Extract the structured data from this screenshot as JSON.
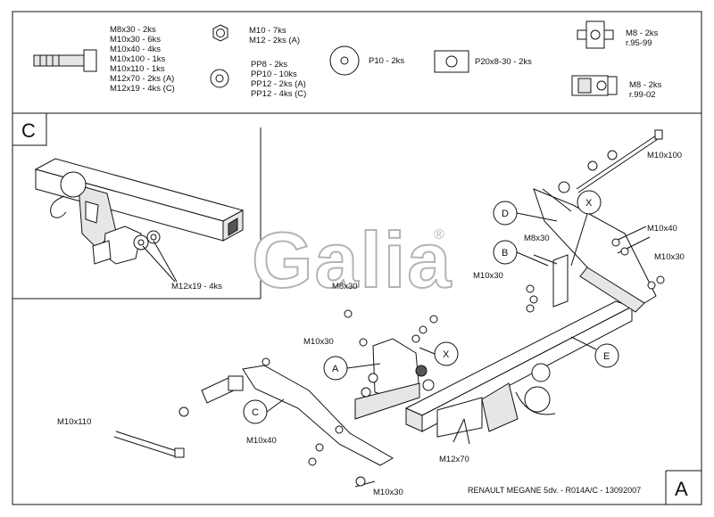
{
  "legend": {
    "bolts": [
      "M8x30 - 2ks",
      "M10x30 - 6ks",
      "M10x40 - 4ks",
      "M10x100 - 1ks",
      "M10x110 - 1ks",
      "M12x70 - 2ks (A)",
      "M12x19 - 4ks (C)"
    ],
    "nuts": [
      "M10 - 7ks",
      "M12 - 2ks (A)"
    ],
    "washers": [
      "PP8 - 2ks",
      "PP10 - 10ks",
      "PP12 - 2ks (A)",
      "PP12 - 4ks (C)"
    ],
    "washer_p10": "P10 - 2ks",
    "plate": "P20x8-30 - 2ks",
    "cage_nut_1": [
      "M8 - 2ks",
      "r.95-99"
    ],
    "cage_nut_2": [
      "M8 - 2ks",
      "r.99-02"
    ]
  },
  "detail": {
    "letter": "C",
    "label": "M12x19 - 4ks"
  },
  "logo": {
    "text": "Galia",
    "mark": "®"
  },
  "main": {
    "labels": {
      "m10x100": "M10x100",
      "m10x40_top": "M10x40",
      "m10x30_right": "M10x30",
      "m8x30_right": "M8x30",
      "m10x30_mid": "M10x30",
      "m8x30_left": "M8x30",
      "m10x30_left": "M10x30",
      "m10x110": "M10x110",
      "m10x40_bottom": "M10x40",
      "m10x30_bottom": "M10x30",
      "m12x70": "M12x70"
    },
    "callouts": {
      "d": "D",
      "x_top": "X",
      "b": "B",
      "e": "E",
      "a": "A",
      "x_mid": "X",
      "c": "C"
    },
    "footer": "RENAULT MEGANE 5dv. - R014A/C - 13092007",
    "corner_letter": "A"
  }
}
